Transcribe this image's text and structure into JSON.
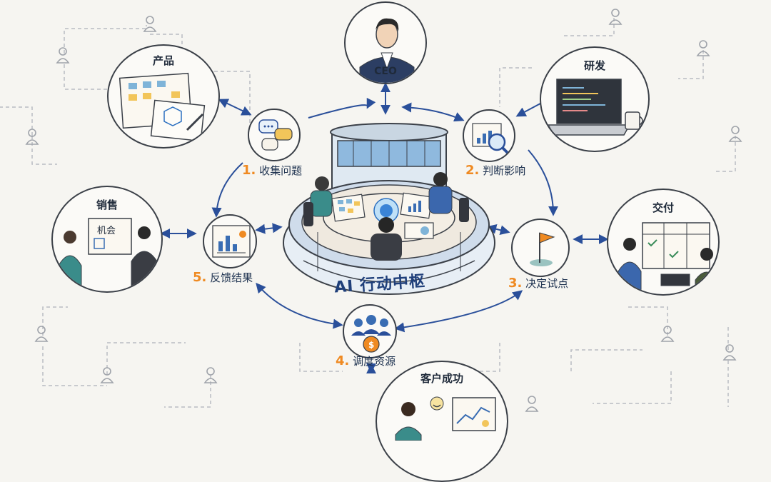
{
  "hub": {
    "label": "AI 行动中枢"
  },
  "departments": {
    "ceo": "CEO",
    "product": "产品",
    "rd": "研发",
    "sales": "销售",
    "delivery": "交付",
    "customer_success": "客户成功"
  },
  "steps": [
    {
      "num": "1.",
      "text": "收集问题"
    },
    {
      "num": "2.",
      "text": "判断影响"
    },
    {
      "num": "3.",
      "text": "决定试点"
    },
    {
      "num": "4.",
      "text": "调度资源"
    },
    {
      "num": "5.",
      "text": "反馈结果"
    }
  ],
  "sales_board": {
    "title": "机会"
  },
  "colors": {
    "arrow": "#2a4f9a",
    "accent": "#ef8a22",
    "ink": "#3b4048",
    "glass": "#9cc4e4"
  }
}
